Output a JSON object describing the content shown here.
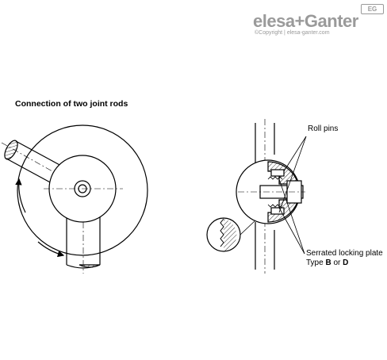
{
  "logo": {
    "brand": "elesa+Ganter",
    "badge": "EG",
    "copyright": "©Copyright | elesa-ganter.com"
  },
  "heading": "Connection of two joint rods",
  "labels": {
    "roll_pins": "Roll pins",
    "serrated_plate_line1": "Serrated locking plate",
    "type_prefix": "Type ",
    "type_b": "B",
    "type_or": " or ",
    "type_d": "D"
  }
}
